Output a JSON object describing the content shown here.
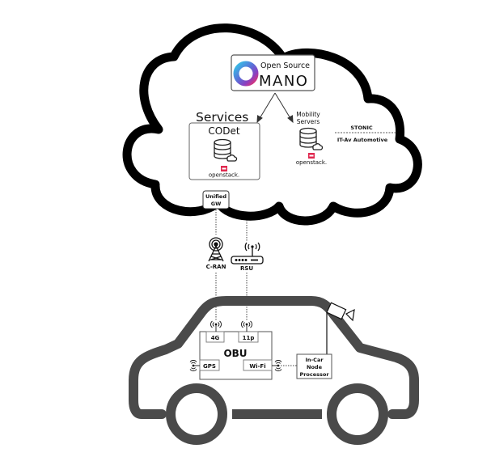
{
  "cloud": {
    "mano": {
      "line1": "Open Source",
      "line2": "MANO"
    },
    "services": {
      "heading": "Services",
      "codet_label": "CODet",
      "openstack_label": "openstack."
    },
    "mobility": {
      "line1": "Mobility",
      "line2": "Servers",
      "openstack_label": "openstack."
    },
    "partners": {
      "top": "STONIC",
      "bottom": "IT-Av Automotive"
    },
    "gateway": {
      "line1": "Unified",
      "line2": "GW"
    }
  },
  "access": {
    "cran_label": "C-RAN",
    "rsu_label": "RSU"
  },
  "car": {
    "obu": {
      "title": "OBU",
      "port_4g": "4G",
      "port_11p": "11p",
      "port_gps": "GPS",
      "port_wifi": "Wi-Fi"
    },
    "processor": {
      "line1": "In-Car",
      "line2": "Node",
      "line3": "Processor"
    }
  },
  "colors": {
    "cloud_outline": "#000000",
    "car_body": "#4a4a4a",
    "openstack_red": "#e0284f",
    "box_border": "#555555"
  }
}
